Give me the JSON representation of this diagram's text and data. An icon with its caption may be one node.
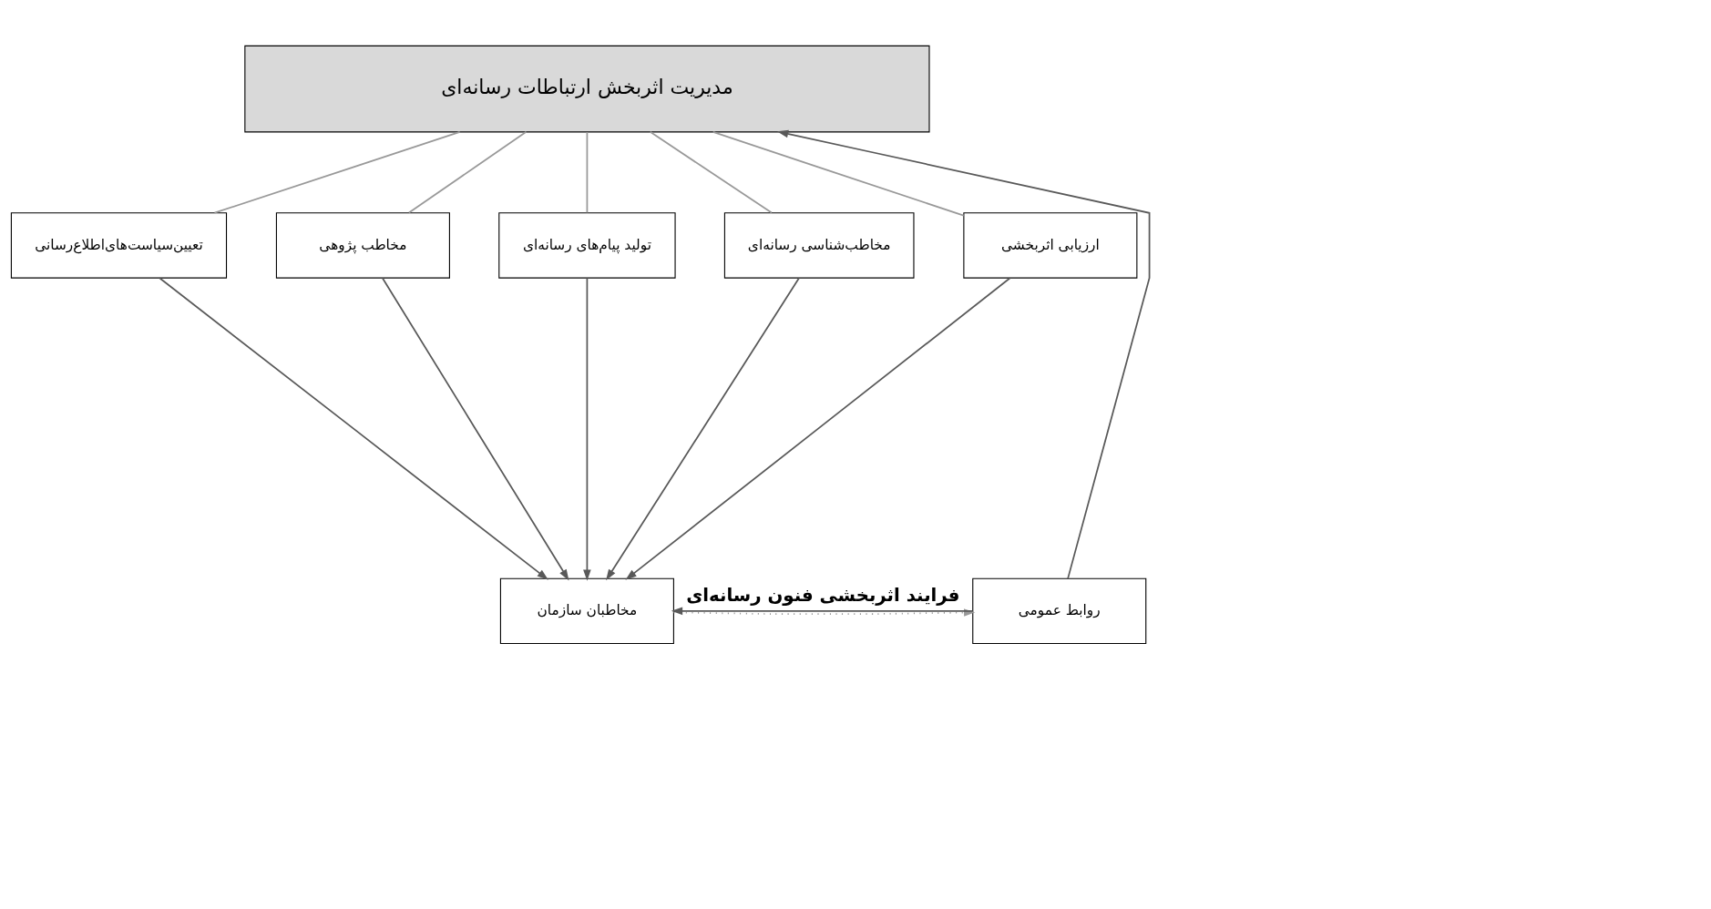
{
  "diagram": {
    "nodes": [
      {
        "text": [
          "مدیریت اثربخش ارتباطات رسانه‌ای"
        ]
      },
      {
        "text": [
          "ارزیابی اثربخشی"
        ]
      },
      {
        "text": [
          "مخاطب‌شناسی رسانه‌ای"
        ]
      },
      {
        "text": [
          "تولید پیام‌های رسانه‌ای"
        ]
      },
      {
        "text": [
          "مخاطب پژوهی"
        ]
      },
      {
        "text": [
          "تعیین‌سیاست‌های‌اطلاع‌رسانی"
        ]
      },
      {
        "text": [
          "مخاطبان سازمان"
        ]
      },
      {
        "text": [
          "روابط عمومی"
        ]
      }
    ],
    "edges": [
      {
        "from": 0,
        "to": 1,
        "arrow": "none",
        "color": "#999999"
      },
      {
        "from": 0,
        "to": 2,
        "arrow": "none",
        "color": "#999999"
      },
      {
        "from": 0,
        "to": 3,
        "arrow": "none",
        "color": "#999999"
      },
      {
        "from": 0,
        "to": 4,
        "arrow": "none",
        "color": "#999999"
      },
      {
        "from": 0,
        "to": 5,
        "arrow": "none",
        "color": "#999999"
      },
      {
        "from": 1,
        "to": 6,
        "arrow": "to"
      },
      {
        "from": 2,
        "to": 6,
        "arrow": "to"
      },
      {
        "from": 3,
        "to": 6,
        "arrow": "to"
      },
      {
        "from": 4,
        "to": 6,
        "arrow": "to"
      },
      {
        "from": 5,
        "to": 6,
        "arrow": "to"
      },
      {
        "from": 7,
        "to": 6,
        "arrow": "to",
        "label": "فرایند اثربخشی فنون رسانه‌ای"
      },
      {
        "from": 7,
        "to": 0,
        "arrow": "to"
      },
      {
        "from": 6,
        "to": 7,
        "arrow": "to",
        "style": "dashed",
        "color": "#999999"
      }
    ]
  }
}
